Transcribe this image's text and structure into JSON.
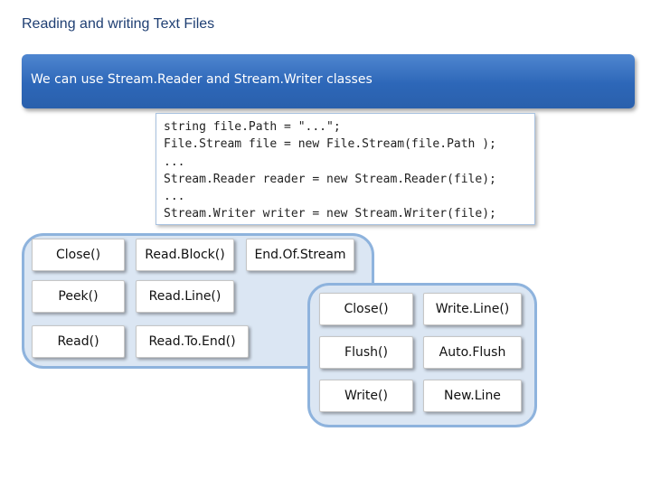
{
  "title": "Reading and writing Text Files",
  "banner": "We can use Stream.Reader and Stream.Writer classes",
  "code": [
    "string file.Path = \"...\";",
    "File.Stream file = new File.Stream(file.Path );",
    "...",
    "Stream.Reader reader = new Stream.Reader(file);",
    "...",
    "Stream.Writer writer = new Stream.Writer(file);"
  ],
  "reader_methods": [
    "Close()",
    "Read.Block()",
    "End.Of.Stream",
    "Peek()",
    "Read.Line()",
    "Read()",
    "Read.To.End()"
  ],
  "writer_methods": [
    "Close()",
    "Write.Line()",
    "Flush()",
    "Auto.Flush",
    "Write()",
    "New.Line"
  ],
  "colors": {
    "title": "#1f3f73",
    "banner": "#2d67b8",
    "panel_fill": "#dbe6f3",
    "panel_border": "#8eb3dd"
  }
}
